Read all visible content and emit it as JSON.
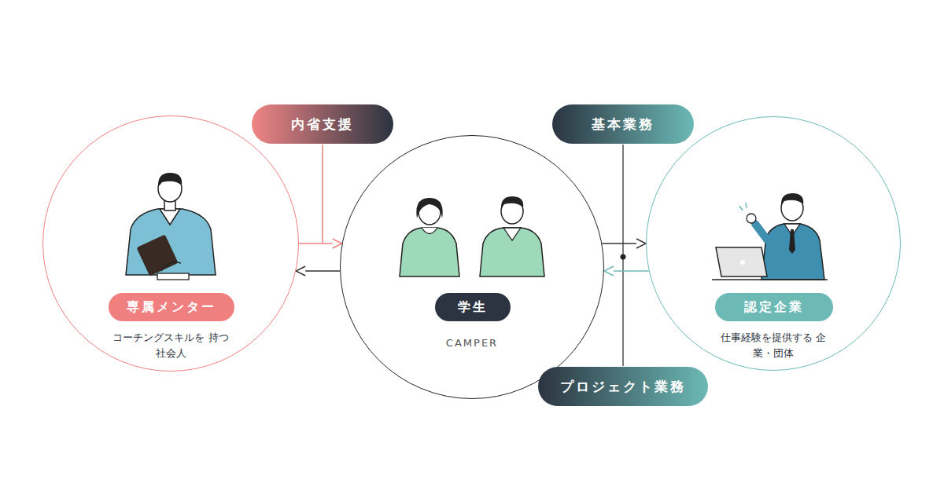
{
  "diagram": {
    "nodes": [
      {
        "text": [
          "コーチングスキルを 持つ社会人"
        ]
      },
      {
        "text": [
          "専属メンター"
        ],
        "in": 0
      },
      {
        "text": [
          "内省支援"
        ]
      },
      {
        "text": [
          "CAMPER"
        ]
      },
      {
        "text": [
          "学生"
        ],
        "in": 3
      },
      {
        "text": [
          "基本業務"
        ]
      },
      {
        "text": [
          "仕事経験を提供する 企業・団体"
        ]
      },
      {
        "text": [
          "認定企業"
        ],
        "in": 6
      },
      {
        "text": [
          "プロジェクト業務"
        ]
      }
    ],
    "edges": [
      {
        "from": 0,
        "to": 3,
        "arrow": "to"
      },
      {
        "from": 3,
        "to": 0,
        "arrow": "to"
      },
      {
        "from": 3,
        "to": 6,
        "arrow": "to"
      },
      {
        "from": 6,
        "to": 3,
        "arrow": "to"
      }
    ]
  }
}
